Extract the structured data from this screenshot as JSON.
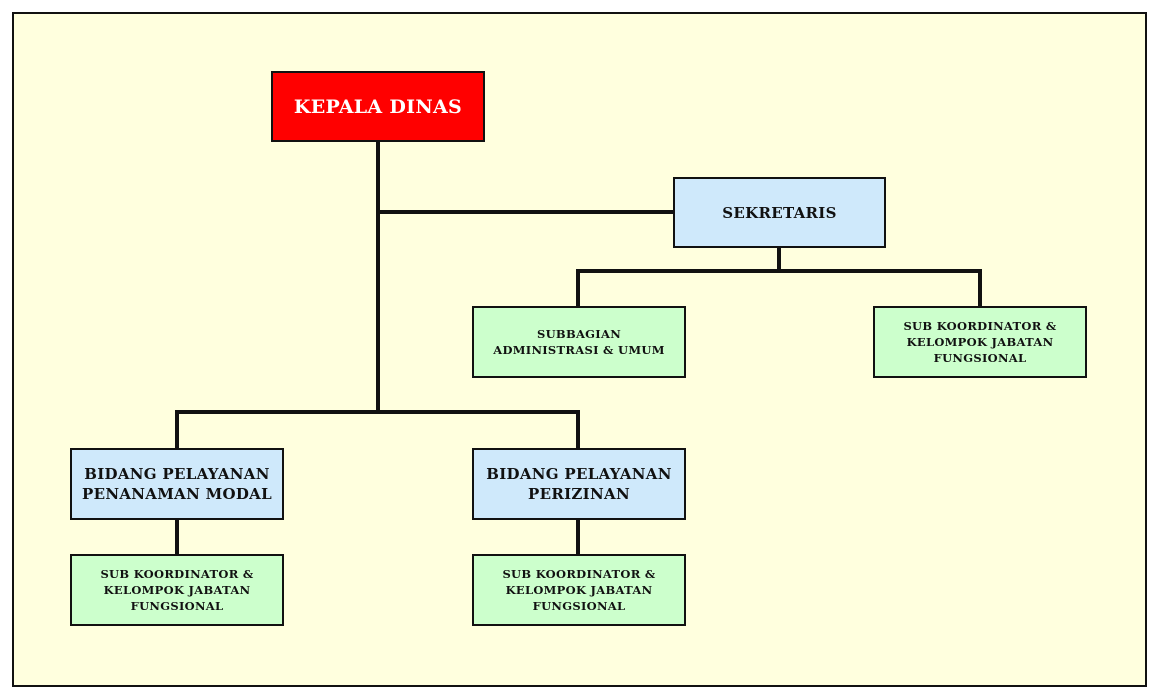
{
  "colors": {
    "background": "#ffffde",
    "head": "#ff0000",
    "unit": "#cfe9fb",
    "subunit": "#ccffcc",
    "line": "#111111"
  },
  "org": {
    "head": "KEPALA DINAS",
    "secretary": "SEKRETARIS",
    "secretary_units": {
      "admin": "SUBBAGIAN\nADMINISTRASI & UMUM",
      "functional": "SUB KOORDINATOR &\nKELOMPOK JABATAN\nFUNGSIONAL"
    },
    "divisions": {
      "investment": {
        "title": "BIDANG PELAYANAN\nPENANAMAN MODAL",
        "sub": "SUB KOORDINATOR &\nKELOMPOK JABATAN\nFUNGSIONAL"
      },
      "licensing": {
        "title": "BIDANG PELAYANAN\nPERIZINAN",
        "sub": "SUB KOORDINATOR &\nKELOMPOK JABATAN\nFUNGSIONAL"
      }
    }
  }
}
